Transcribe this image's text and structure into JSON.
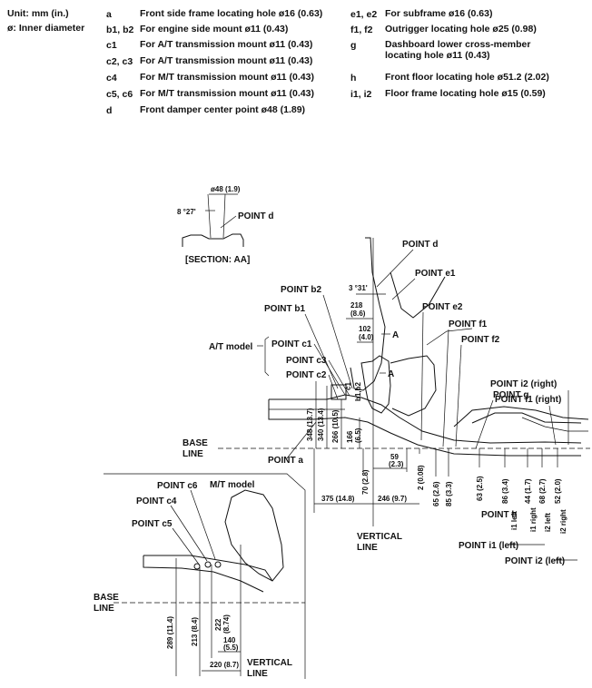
{
  "header": {
    "unit": "Unit: mm (in.)",
    "diameter": "ø: Inner diameter"
  },
  "legend_left": [
    {
      "key": "a",
      "desc": "Front side frame locating hole ø16 (0.63)"
    },
    {
      "key": "b1, b2",
      "desc": "For engine side mount ø11 (0.43)"
    },
    {
      "key": "c1",
      "desc": "For A/T transmission mount ø11 (0.43)"
    },
    {
      "key": "c2, c3",
      "desc": "For A/T transmission mount ø11 (0.43)"
    },
    {
      "key": "c4",
      "desc": "For M/T transmission mount ø11 (0.43)"
    },
    {
      "key": "c5, c6",
      "desc": "For M/T transmission mount ø11 (0.43)"
    },
    {
      "key": "d",
      "desc": "Front damper center point ø48 (1.89)"
    }
  ],
  "legend_right": [
    {
      "key": "e1, e2",
      "desc": "For subframe ø16 (0.63)"
    },
    {
      "key": "f1, f2",
      "desc": "Outrigger locating hole ø25 (0.98)"
    },
    {
      "key": "g",
      "desc": "Dashboard lower cross-member locating hole ø11 (0.43)"
    },
    {
      "key": "h",
      "desc": "Front floor locating hole ø51.2 (2.02)"
    },
    {
      "key": "i1, i2",
      "desc": "Floor frame locating hole ø15 (0.59)"
    }
  ],
  "section": {
    "dia": "ø48 (1.9)",
    "angle": "8 °27'",
    "point": "POINT d",
    "title": "[SECTION: AA]"
  },
  "points": {
    "d": "POINT d",
    "e1": "POINT e1",
    "e2": "POINT e2",
    "f1": "POINT f1",
    "f2": "POINT f2",
    "b2": "POINT b2",
    "b1": "POINT b1",
    "c1": "POINT c1",
    "c3": "POINT c3",
    "c2": "POINT c2",
    "g": "POINT g",
    "i2r": "POINT i2 (right)",
    "i1r": "POINT i1 (right)",
    "a": "POINT a",
    "h": "POINT h",
    "i1l": "POINT i1 (left)",
    "i2l": "POINT i2 (left)",
    "c6": "POINT c6",
    "c4": "POINT c4",
    "c5": "POINT c5"
  },
  "models": {
    "at": "A/T model",
    "mt": "M/T model"
  },
  "lines": {
    "base1": "BASE",
    "base2": "LINE",
    "vert1": "VERTICAL",
    "vert2": "LINE"
  },
  "angles": {
    "top": "3 °31'"
  },
  "section_marks": {
    "a": "A"
  },
  "side_labels": {
    "c1": "c1",
    "b1b2": "b1,b2"
  },
  "dims": {
    "d218": "218",
    "d218b": "(8.6)",
    "d102": "102",
    "d102b": "(4.0)",
    "v348": "348 (13.7)",
    "v340": "340 (13.4)",
    "v266": "266 (10.5)",
    "v166": "166",
    "v166b": "(6.5)",
    "v70": "70 (2.8)",
    "h59": "59",
    "h59b": "(2.3)",
    "v2": "2 (0.08)",
    "v65": "65 (2.6)",
    "v85": "85 (3.3)",
    "v63": "63 (2.5)",
    "v86": "86 (3.4)",
    "v44": "44 (1.7)",
    "v68": "68 (2.7)",
    "v52": "52 (2.0)",
    "i1left": "i1 left",
    "i1right": "i1 right",
    "i2left": "i2 left",
    "i2right": "i2 right",
    "h375": "375 (14.8)",
    "h246": "246 (9.7)",
    "m289": "289 (11.4)",
    "m213": "213 (8.4)",
    "m222": "222",
    "m222b": "(8.74)",
    "m140": "140",
    "m140b": "(5.5)",
    "m220": "220 (8.7)"
  }
}
